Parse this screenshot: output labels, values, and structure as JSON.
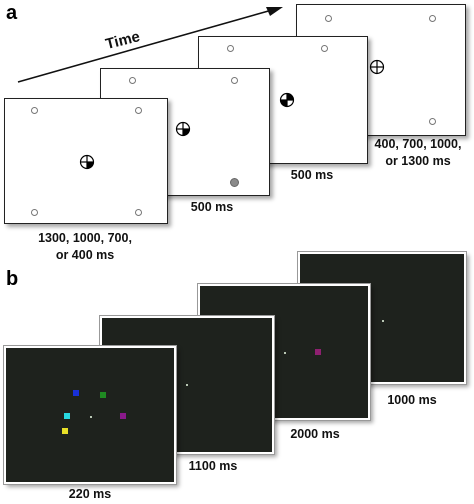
{
  "panels": {
    "a": {
      "letter": "a",
      "time_label": "Time"
    },
    "b": {
      "letter": "b"
    }
  },
  "panel_a_labels": {
    "screen1": "1300, 1000, 700,\nor 400 ms",
    "screen2": "500 ms",
    "screen3": "500 ms",
    "screen4": "400, 700, 1000,\nor 1300 ms"
  },
  "panel_b_labels": {
    "screen1": "220 ms",
    "screen2": "1100 ms",
    "screen3": "2000 ms",
    "screen4": "1000 ms"
  },
  "colors": {
    "dark_screen": "#1e221d",
    "square_blue": "#1830d8",
    "square_green": "#1f8a22",
    "square_cyan": "#28d8e0",
    "square_yellow": "#e8e028",
    "square_magenta": "#8a1a8a",
    "square_purple": "#8e2070"
  }
}
